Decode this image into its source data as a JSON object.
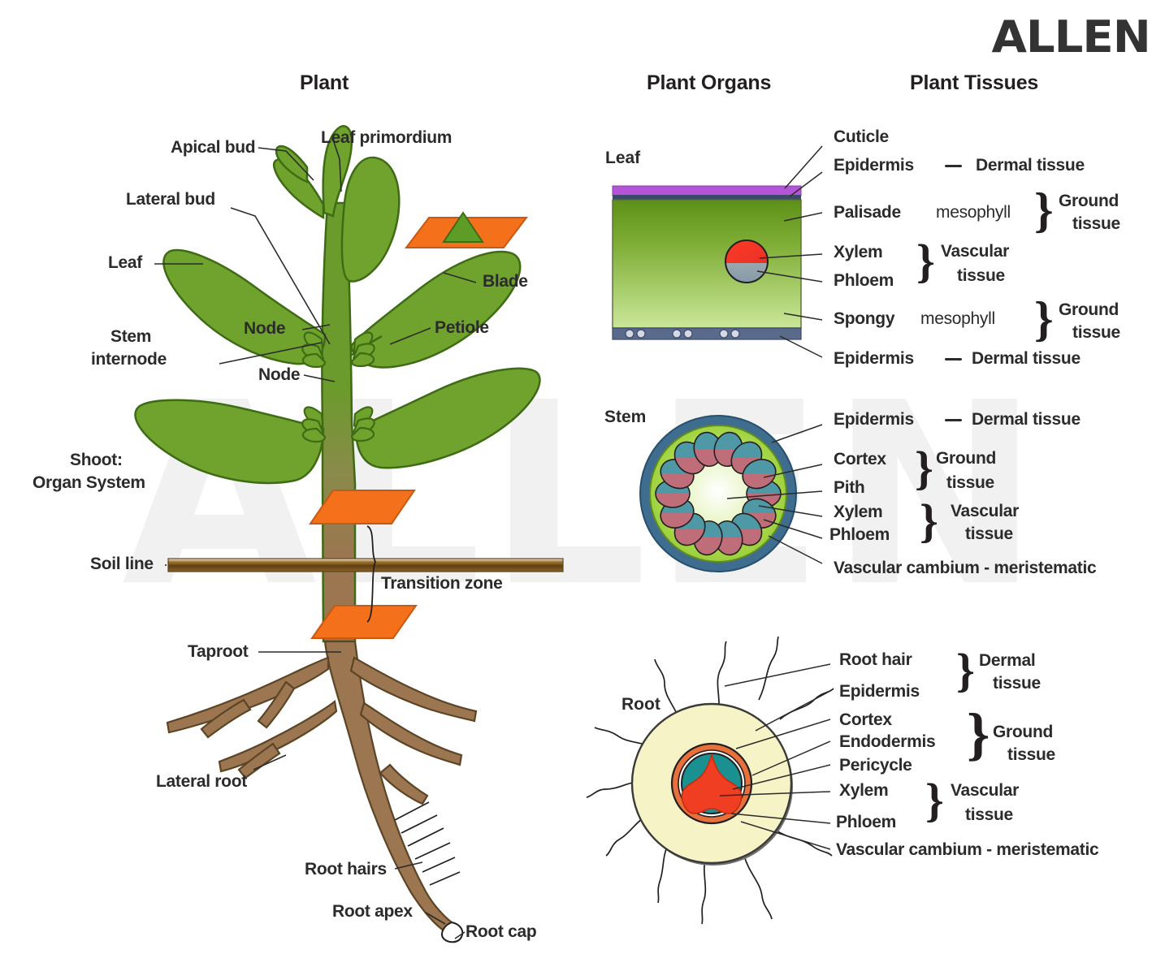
{
  "brand": {
    "logo_text": "ALLEN",
    "watermark_text": "ALLEN",
    "logo_color": "#333333"
  },
  "headers": {
    "plant": "Plant",
    "plant_organs": "Plant Organs",
    "plant_tissues": "Plant Tissues"
  },
  "plant_labels": {
    "apical_bud": "Apical bud",
    "leaf_primordium": "Leaf primordium",
    "lateral_bud": "Lateral bud",
    "leaf": "Leaf",
    "blade": "Blade",
    "node_upper": "Node",
    "node_lower": "Node",
    "stem_internode_l1": "Stem",
    "stem_internode_l2": "internode",
    "petiole": "Petiole",
    "shoot_l1": "Shoot:",
    "shoot_l2": "Organ System",
    "soil_line": "Soil line",
    "transition_zone": "Transition zone",
    "taproot": "Taproot",
    "lateral_root": "Lateral root",
    "root_hairs": "Root hairs",
    "root_apex": "Root apex",
    "root_cap": "Root cap"
  },
  "organs": {
    "leaf": "Leaf",
    "stem": "Stem",
    "root": "Root"
  },
  "leaf_tissues": {
    "cuticle": "Cuticle",
    "epidermis_top": "Epidermis",
    "dermal_top": "Dermal tissue",
    "palisade": "Palisade",
    "palisade_sub": "mesophyll",
    "ground_top_l1": "Ground",
    "ground_top_l2": "tissue",
    "xylem": "Xylem",
    "phloem": "Phloem",
    "vascular_l1": "Vascular",
    "vascular_l2": "tissue",
    "spongy": "Spongy",
    "spongy_sub": "mesophyll",
    "ground_bot_l1": "Ground",
    "ground_bot_l2": "tissue",
    "epidermis_bottom": "Epidermis",
    "dermal_bottom": "Dermal tissue"
  },
  "stem_tissues": {
    "epidermis": "Epidermis",
    "dermal": "Dermal tissue",
    "cortex": "Cortex",
    "pith": "Pith",
    "ground_l1": "Ground",
    "ground_l2": "tissue",
    "xylem": "Xylem",
    "phloem": "Phloem",
    "vascular_l1": "Vascular",
    "vascular_l2": "tissue",
    "vascular_cambium": "Vascular cambium - meristematic"
  },
  "root_tissues": {
    "root_hair": "Root hair",
    "epidermis": "Epidermis",
    "dermal_l1": "Dermal",
    "dermal_l2": "tissue",
    "cortex": "Cortex",
    "endodermis": "Endodermis",
    "pericycle": "Pericycle",
    "ground_l1": "Ground",
    "ground_l2": "tissue",
    "xylem": "Xylem",
    "phloem": "Phloem",
    "vascular_l1": "Vascular",
    "vascular_l2": "tissue",
    "vascular_cambium": "Vascular cambium - meristematic"
  },
  "colors": {
    "leaf_green": "#6fa32e",
    "leaf_green_dark": "#4a7a18",
    "stem_green": "#6b9b2c",
    "root_brown": "#9b7650",
    "cut_plane_orange": "#f4701b",
    "soil_brown": "#7a5420",
    "cuticle_purple": "#b455d8",
    "epidermis_navy": "#4a5a7a",
    "mesophyll_top": "#6a9a24",
    "mesophyll_bottom": "#c9e493",
    "xylem_red": "#f42b1b",
    "phloem_gray": "#7e96a8",
    "stem_ring_blue": "#3e6d8f",
    "stem_cortex_green": "#9ad13a",
    "bundle_teal": "#4f98a6",
    "bundle_mauve": "#c06d7a",
    "root_cortex_cream": "#f6f3c6",
    "root_endodermis_orange": "#e8703a",
    "root_stele_teal": "#1a9090",
    "root_xylem_red": "#f03e22",
    "outline": "#231f20",
    "leader_line": "#2b2b2b"
  }
}
